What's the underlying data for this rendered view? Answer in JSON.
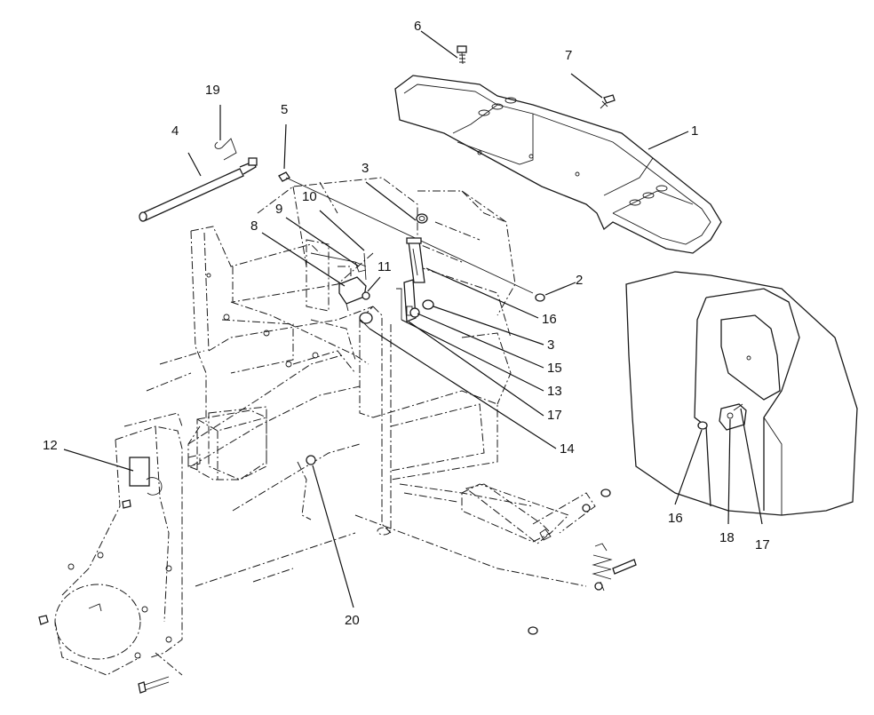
{
  "diagram": {
    "callouts": [
      {
        "id": "c1",
        "label": "1"
      },
      {
        "id": "c2",
        "label": "2"
      },
      {
        "id": "c3a",
        "label": "3"
      },
      {
        "id": "c3b",
        "label": "3"
      },
      {
        "id": "c4",
        "label": "4"
      },
      {
        "id": "c5",
        "label": "5"
      },
      {
        "id": "c6",
        "label": "6"
      },
      {
        "id": "c7",
        "label": "7"
      },
      {
        "id": "c8",
        "label": "8"
      },
      {
        "id": "c9",
        "label": "9"
      },
      {
        "id": "c10",
        "label": "10"
      },
      {
        "id": "c11",
        "label": "11"
      },
      {
        "id": "c12",
        "label": "12"
      },
      {
        "id": "c13",
        "label": "13"
      },
      {
        "id": "c14",
        "label": "14"
      },
      {
        "id": "c15",
        "label": "15"
      },
      {
        "id": "c16a",
        "label": "16"
      },
      {
        "id": "c16b",
        "label": "16"
      },
      {
        "id": "c17a",
        "label": "17"
      },
      {
        "id": "c17b",
        "label": "17"
      },
      {
        "id": "c18",
        "label": "18"
      },
      {
        "id": "c19",
        "label": "19"
      },
      {
        "id": "c20",
        "label": "20"
      }
    ]
  }
}
